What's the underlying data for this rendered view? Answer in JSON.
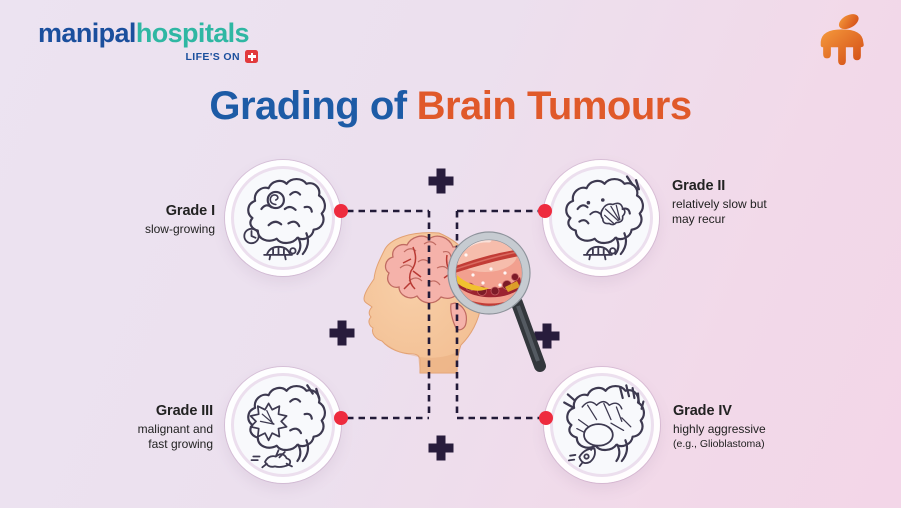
{
  "brand": {
    "name_part1": "manipal",
    "name_part2": "hospitals",
    "tagline": "LIFE'S ON"
  },
  "title": {
    "prefix": "Grading of",
    "highlight": "Brain Tumours"
  },
  "grades": [
    {
      "label": "Grade I",
      "desc_lines": [
        "slow-growing"
      ],
      "motifs": [
        "brain-icon",
        "tumor-spot-icon",
        "clock-icon",
        "turtle-icon"
      ]
    },
    {
      "label": "Grade II",
      "desc_lines": [
        "relatively slow but",
        "may recur"
      ],
      "motifs": [
        "brain-icon",
        "scribble-tumor-icon",
        "turtle-icon"
      ]
    },
    {
      "label": "Grade III",
      "desc_lines": [
        "malignant and",
        "fast growing"
      ],
      "motifs": [
        "brain-icon",
        "spiky-tumor-icon",
        "rabbit-icon"
      ]
    },
    {
      "label": "Grade IV",
      "desc_lines": [
        "highly aggressive"
      ],
      "note": "(e.g., Glioblastoma)",
      "motifs": [
        "brain-icon",
        "aggressive-tumor-icon",
        "rocket-icon"
      ]
    }
  ],
  "illustration": {
    "center_motifs": [
      "human-head-profile",
      "brain",
      "magnifying-glass-icon",
      "blocked-artery"
    ],
    "connector_style": "dashed",
    "marker": "red-dot"
  },
  "colors": {
    "title_blue": "#1d5ba6",
    "title_orange": "#e0592a",
    "brand_blue": "#1b4f9d",
    "brand_teal": "#2fb7a3",
    "flag_red": "#e23a3d",
    "dot_red": "#ee2b3e",
    "plus_dark": "#281c3c",
    "dash_dark": "#221a38",
    "mascot_orange": "#e8601f",
    "background_left": "#ece3f1",
    "background_right": "#f3d6e8"
  }
}
